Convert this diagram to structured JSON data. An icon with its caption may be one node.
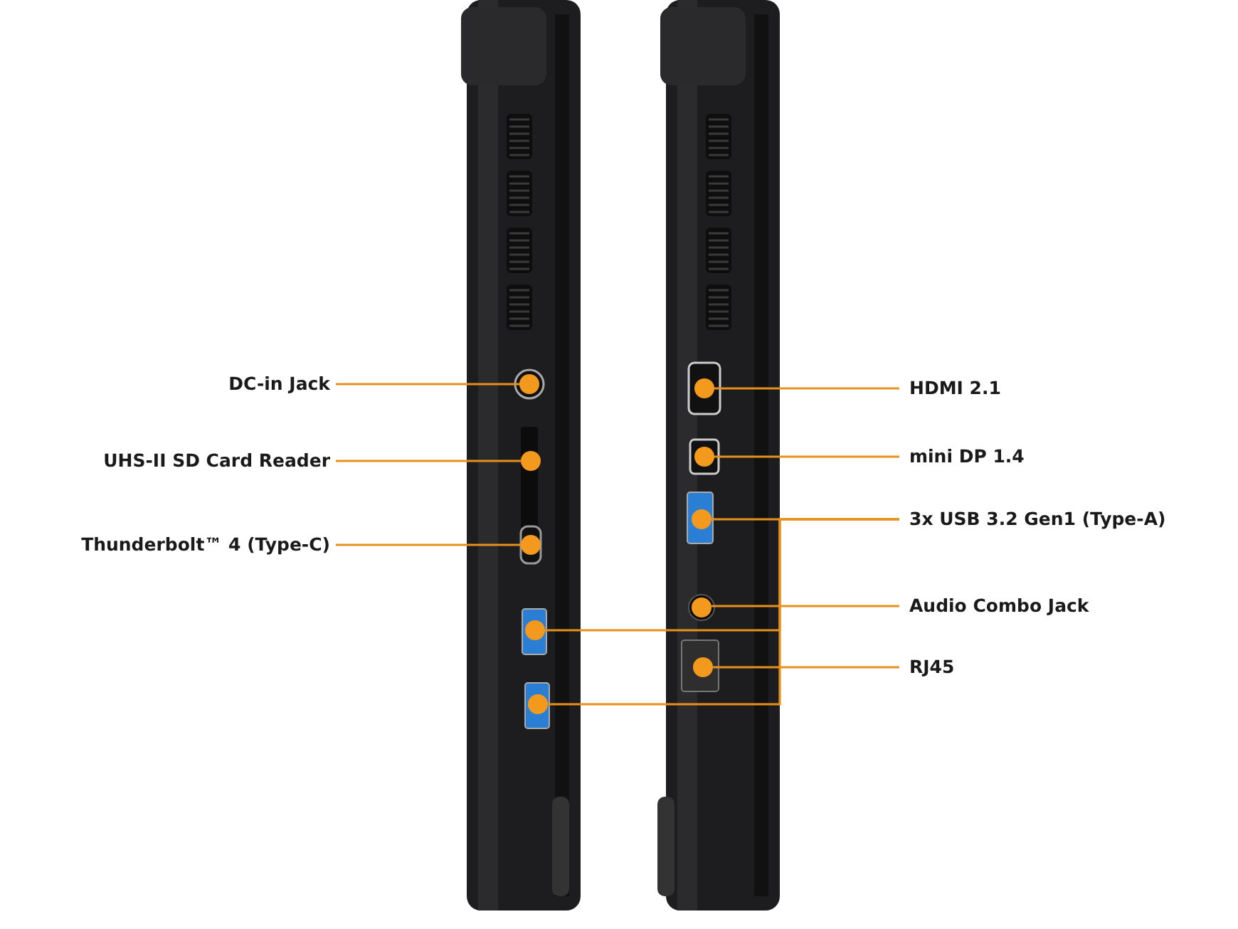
{
  "diagram": {
    "nodes": [
      {
        "text": [
          "DC-in Jack"
        ]
      },
      {
        "text": [
          "UHS-II SD Card Reader"
        ]
      },
      {
        "text": [
          "Thunderbolt™ 4 (Type-C)"
        ]
      },
      {
        "text": [
          "HDMI 2.1"
        ]
      },
      {
        "text": [
          "mini DP 1.4"
        ]
      },
      {
        "text": [
          "3x USB 3.2 Gen1 (Type-A)"
        ]
      },
      {
        "text": [
          "Audio Combo Jack"
        ]
      },
      {
        "text": [
          "RJ45"
        ]
      },
      {
        "text": [],
        "shape": "circle"
      },
      {
        "text": [],
        "shape": "circle"
      },
      {
        "text": [],
        "shape": "circle"
      },
      {
        "text": [],
        "shape": "circle"
      },
      {
        "text": [],
        "shape": "circle"
      },
      {
        "text": [],
        "shape": "circle"
      },
      {
        "text": [],
        "shape": "circle"
      },
      {
        "text": [],
        "shape": "circle"
      },
      {
        "text": [],
        "shape": "circle"
      },
      {
        "text": [],
        "shape": "circle"
      }
    ],
    "edges": [
      {
        "from": 0,
        "to": 8,
        "arrow": "none"
      },
      {
        "from": 1,
        "to": 9,
        "arrow": "none"
      },
      {
        "from": 2,
        "to": 10,
        "arrow": "none"
      },
      {
        "from": 3,
        "to": 13,
        "arrow": "none"
      },
      {
        "from": 4,
        "to": 14,
        "arrow": "none"
      },
      {
        "from": 5,
        "to": 15,
        "arrow": "none"
      },
      {
        "from": 5,
        "to": 11,
        "arrow": "none"
      },
      {
        "from": 5,
        "to": 12,
        "arrow": "none"
      },
      {
        "from": 6,
        "to": 16,
        "arrow": "none"
      },
      {
        "from": 7,
        "to": 17,
        "arrow": "none"
      }
    ]
  }
}
